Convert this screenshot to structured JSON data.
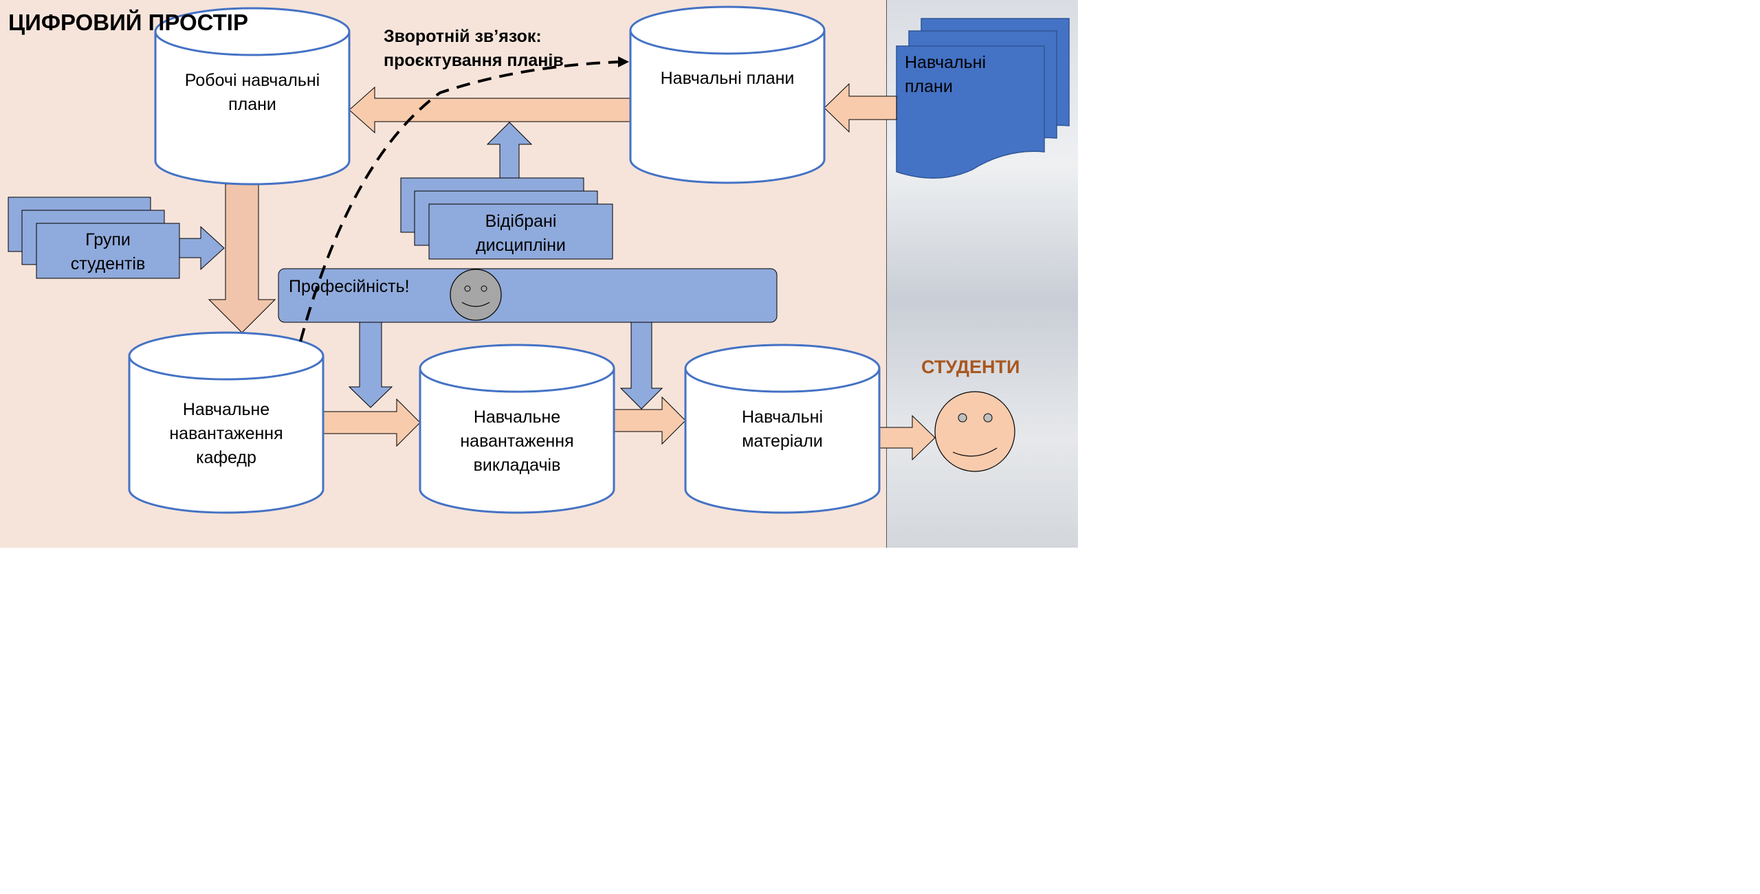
{
  "title": "ЦИФРОВИЙ ПРОСТІР",
  "feedback": {
    "line1": "Зворотній зв’язок:",
    "line2": "проєктування планів"
  },
  "cylinders": {
    "working_plans": {
      "line1": "Робочі навчальні",
      "line2": "плани"
    },
    "curricula": {
      "line1": "Навчальні плани"
    },
    "dept_load": {
      "line1": "Навчальне",
      "line2": "навантаження",
      "line3": "кафедр"
    },
    "teacher_load": {
      "line1": "Навчальне",
      "line2": "навантаження",
      "line3": "викладачів"
    },
    "materials": {
      "line1": "Навчальні",
      "line2": "матеріали"
    }
  },
  "docs": {
    "external_plans": {
      "line1": "Навчальні",
      "line2": "плани"
    },
    "student_groups": {
      "line1": "Групи",
      "line2": "студентів"
    },
    "selected_disciplines": {
      "line1": "Відібрані",
      "line2": "дисципліни"
    }
  },
  "professionalism": "Професійність!",
  "students_label": "СТУДЕНТИ",
  "colors": {
    "cylinder_stroke": "#4472c4",
    "blue_box": "#8faadc",
    "orange_arrow": "#f8cbad",
    "dark_blue_doc": "#4472c4",
    "students_text": "#a9571f"
  }
}
